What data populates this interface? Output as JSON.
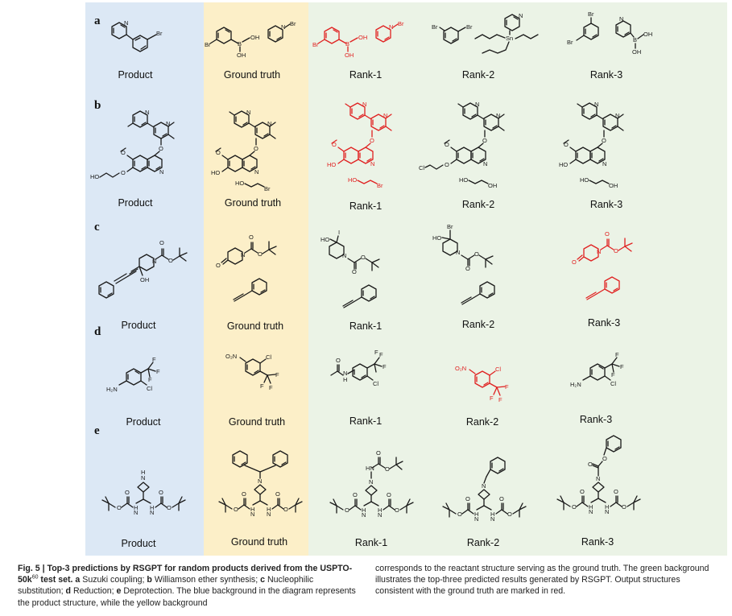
{
  "figure": {
    "rows": [
      "a",
      "b",
      "c",
      "d",
      "e"
    ],
    "columns": {
      "product": "Product",
      "truth": "Ground truth",
      "rank1": "Rank-1",
      "rank2": "Rank-2",
      "rank3": "Rank-3"
    },
    "background_colors": {
      "product": "#dce8f5",
      "ground_truth": "#fcefc8",
      "ranks": "#ebf3e6"
    },
    "match_color": "#e02020"
  },
  "atoms": {
    "br": "Br",
    "oh": "OH",
    "b": "B",
    "n": "N",
    "o": "O",
    "cl": "Cl",
    "f": "F",
    "ho": "HO",
    "i": "I",
    "sn": "Sn",
    "o2n": "O₂N",
    "h2n": "H₂N",
    "hn": "HN",
    "h": "H"
  },
  "caption": {
    "fig_label": "Fig. 5 |",
    "title": "Top-3 predictions by RSGPT for random products derived from the USPTO-50k",
    "ref": "60",
    "title_end": " test set.",
    "parts": [
      {
        "letter": "a",
        "text": "Suzuki coupling;"
      },
      {
        "letter": "b",
        "text": "Williamson ether synthesis;"
      },
      {
        "letter": "c",
        "text": "Nucleophilic substitution;"
      },
      {
        "letter": "d",
        "text": "Reduction;"
      },
      {
        "letter": "e",
        "text": "Deprotection."
      }
    ],
    "body_left": "The blue background in the diagram represents the product structure, while the yellow background",
    "body_right": "corresponds to the reactant structure serving as the ground truth. The green background illustrates the top-three predicted results generated by RSGPT. Output structures consistent with the ground truth are marked in red."
  }
}
